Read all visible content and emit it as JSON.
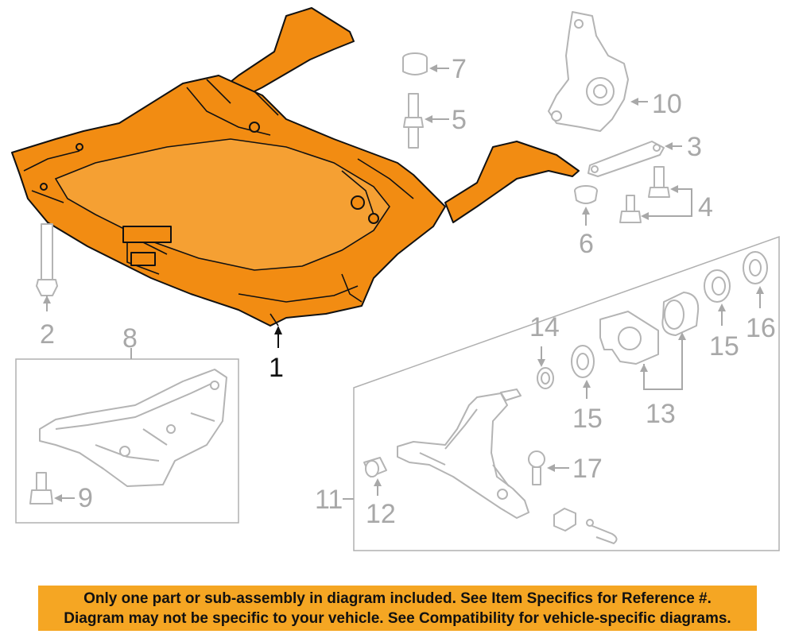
{
  "callouts": {
    "c1": "1",
    "c2": "2",
    "c3": "3",
    "c4": "4",
    "c5": "5",
    "c6": "6",
    "c7": "7",
    "c8": "8",
    "c9": "9",
    "c10": "10",
    "c11": "11",
    "c12": "12",
    "c13": "13",
    "c14": "14",
    "c15a": "15",
    "c15b": "15",
    "c16": "16",
    "c17": "17"
  },
  "notice": {
    "line1": "Only one part or sub-assembly in diagram included. See Item Specifics for Reference #.",
    "line2": "Diagram may not be specific to your vehicle. See Compatibility for vehicle-specific diagrams."
  },
  "colors": {
    "highlight": "#f28c12",
    "notice_bg": "#f5a623",
    "ghost_stroke": "#b4b4b4"
  }
}
